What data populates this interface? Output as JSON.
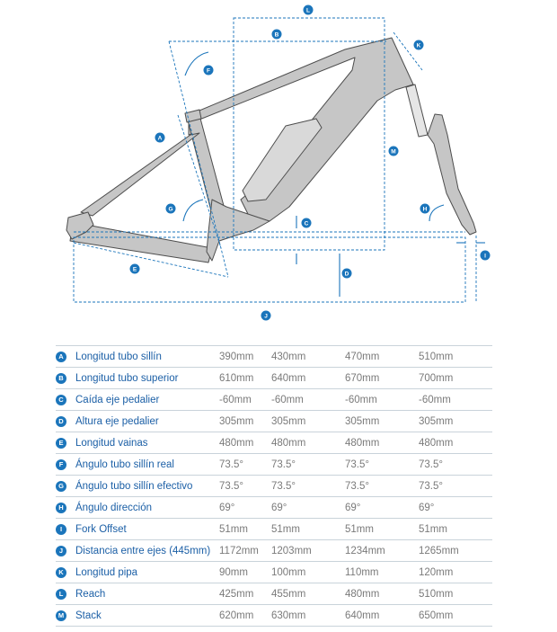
{
  "colors": {
    "accent": "#1b75bb",
    "label": "#1b5fa6",
    "value": "#7a7a7a",
    "frame": "#c6c6c6",
    "frame_stroke": "#4d4d4d"
  },
  "diagram": {
    "markers": [
      "A",
      "B",
      "C",
      "D",
      "E",
      "F",
      "G",
      "H",
      "I",
      "J",
      "K",
      "L",
      "M"
    ]
  },
  "table": {
    "rows": [
      {
        "key": "A",
        "label": "Longitud tubo sillín",
        "values": [
          "390mm",
          "430mm",
          "470mm",
          "510mm"
        ]
      },
      {
        "key": "B",
        "label": "Longitud tubo superior",
        "values": [
          "610mm",
          "640mm",
          "670mm",
          "700mm"
        ]
      },
      {
        "key": "C",
        "label": "Caída eje pedalier",
        "values": [
          "-60mm",
          "-60mm",
          "-60mm",
          "-60mm"
        ]
      },
      {
        "key": "D",
        "label": "Altura eje pedalier",
        "values": [
          "305mm",
          "305mm",
          "305mm",
          "305mm"
        ]
      },
      {
        "key": "E",
        "label": "Longitud vainas",
        "values": [
          "480mm",
          "480mm",
          "480mm",
          "480mm"
        ]
      },
      {
        "key": "F",
        "label": "Ángulo tubo sillín real",
        "values": [
          "73.5°",
          "73.5°",
          "73.5°",
          "73.5°"
        ]
      },
      {
        "key": "G",
        "label": "Ángulo tubo sillín efectivo",
        "values": [
          "73.5°",
          "73.5°",
          "73.5°",
          "73.5°"
        ]
      },
      {
        "key": "H",
        "label": "Ángulo dirección",
        "values": [
          "69°",
          "69°",
          "69°",
          "69°"
        ]
      },
      {
        "key": "I",
        "label": "Fork Offset",
        "values": [
          "51mm",
          "51mm",
          "51mm",
          "51mm"
        ]
      },
      {
        "key": "J",
        "label": "Distancia entre ejes (445mm)",
        "values": [
          "1172mm",
          "1203mm",
          "1234mm",
          "1265mm"
        ]
      },
      {
        "key": "K",
        "label": "Longitud pipa",
        "values": [
          "90mm",
          "100mm",
          "110mm",
          "120mm"
        ]
      },
      {
        "key": "L",
        "label": "Reach",
        "values": [
          "425mm",
          "455mm",
          "480mm",
          "510mm"
        ]
      },
      {
        "key": "M",
        "label": "Stack",
        "values": [
          "620mm",
          "630mm",
          "640mm",
          "650mm"
        ]
      }
    ]
  }
}
